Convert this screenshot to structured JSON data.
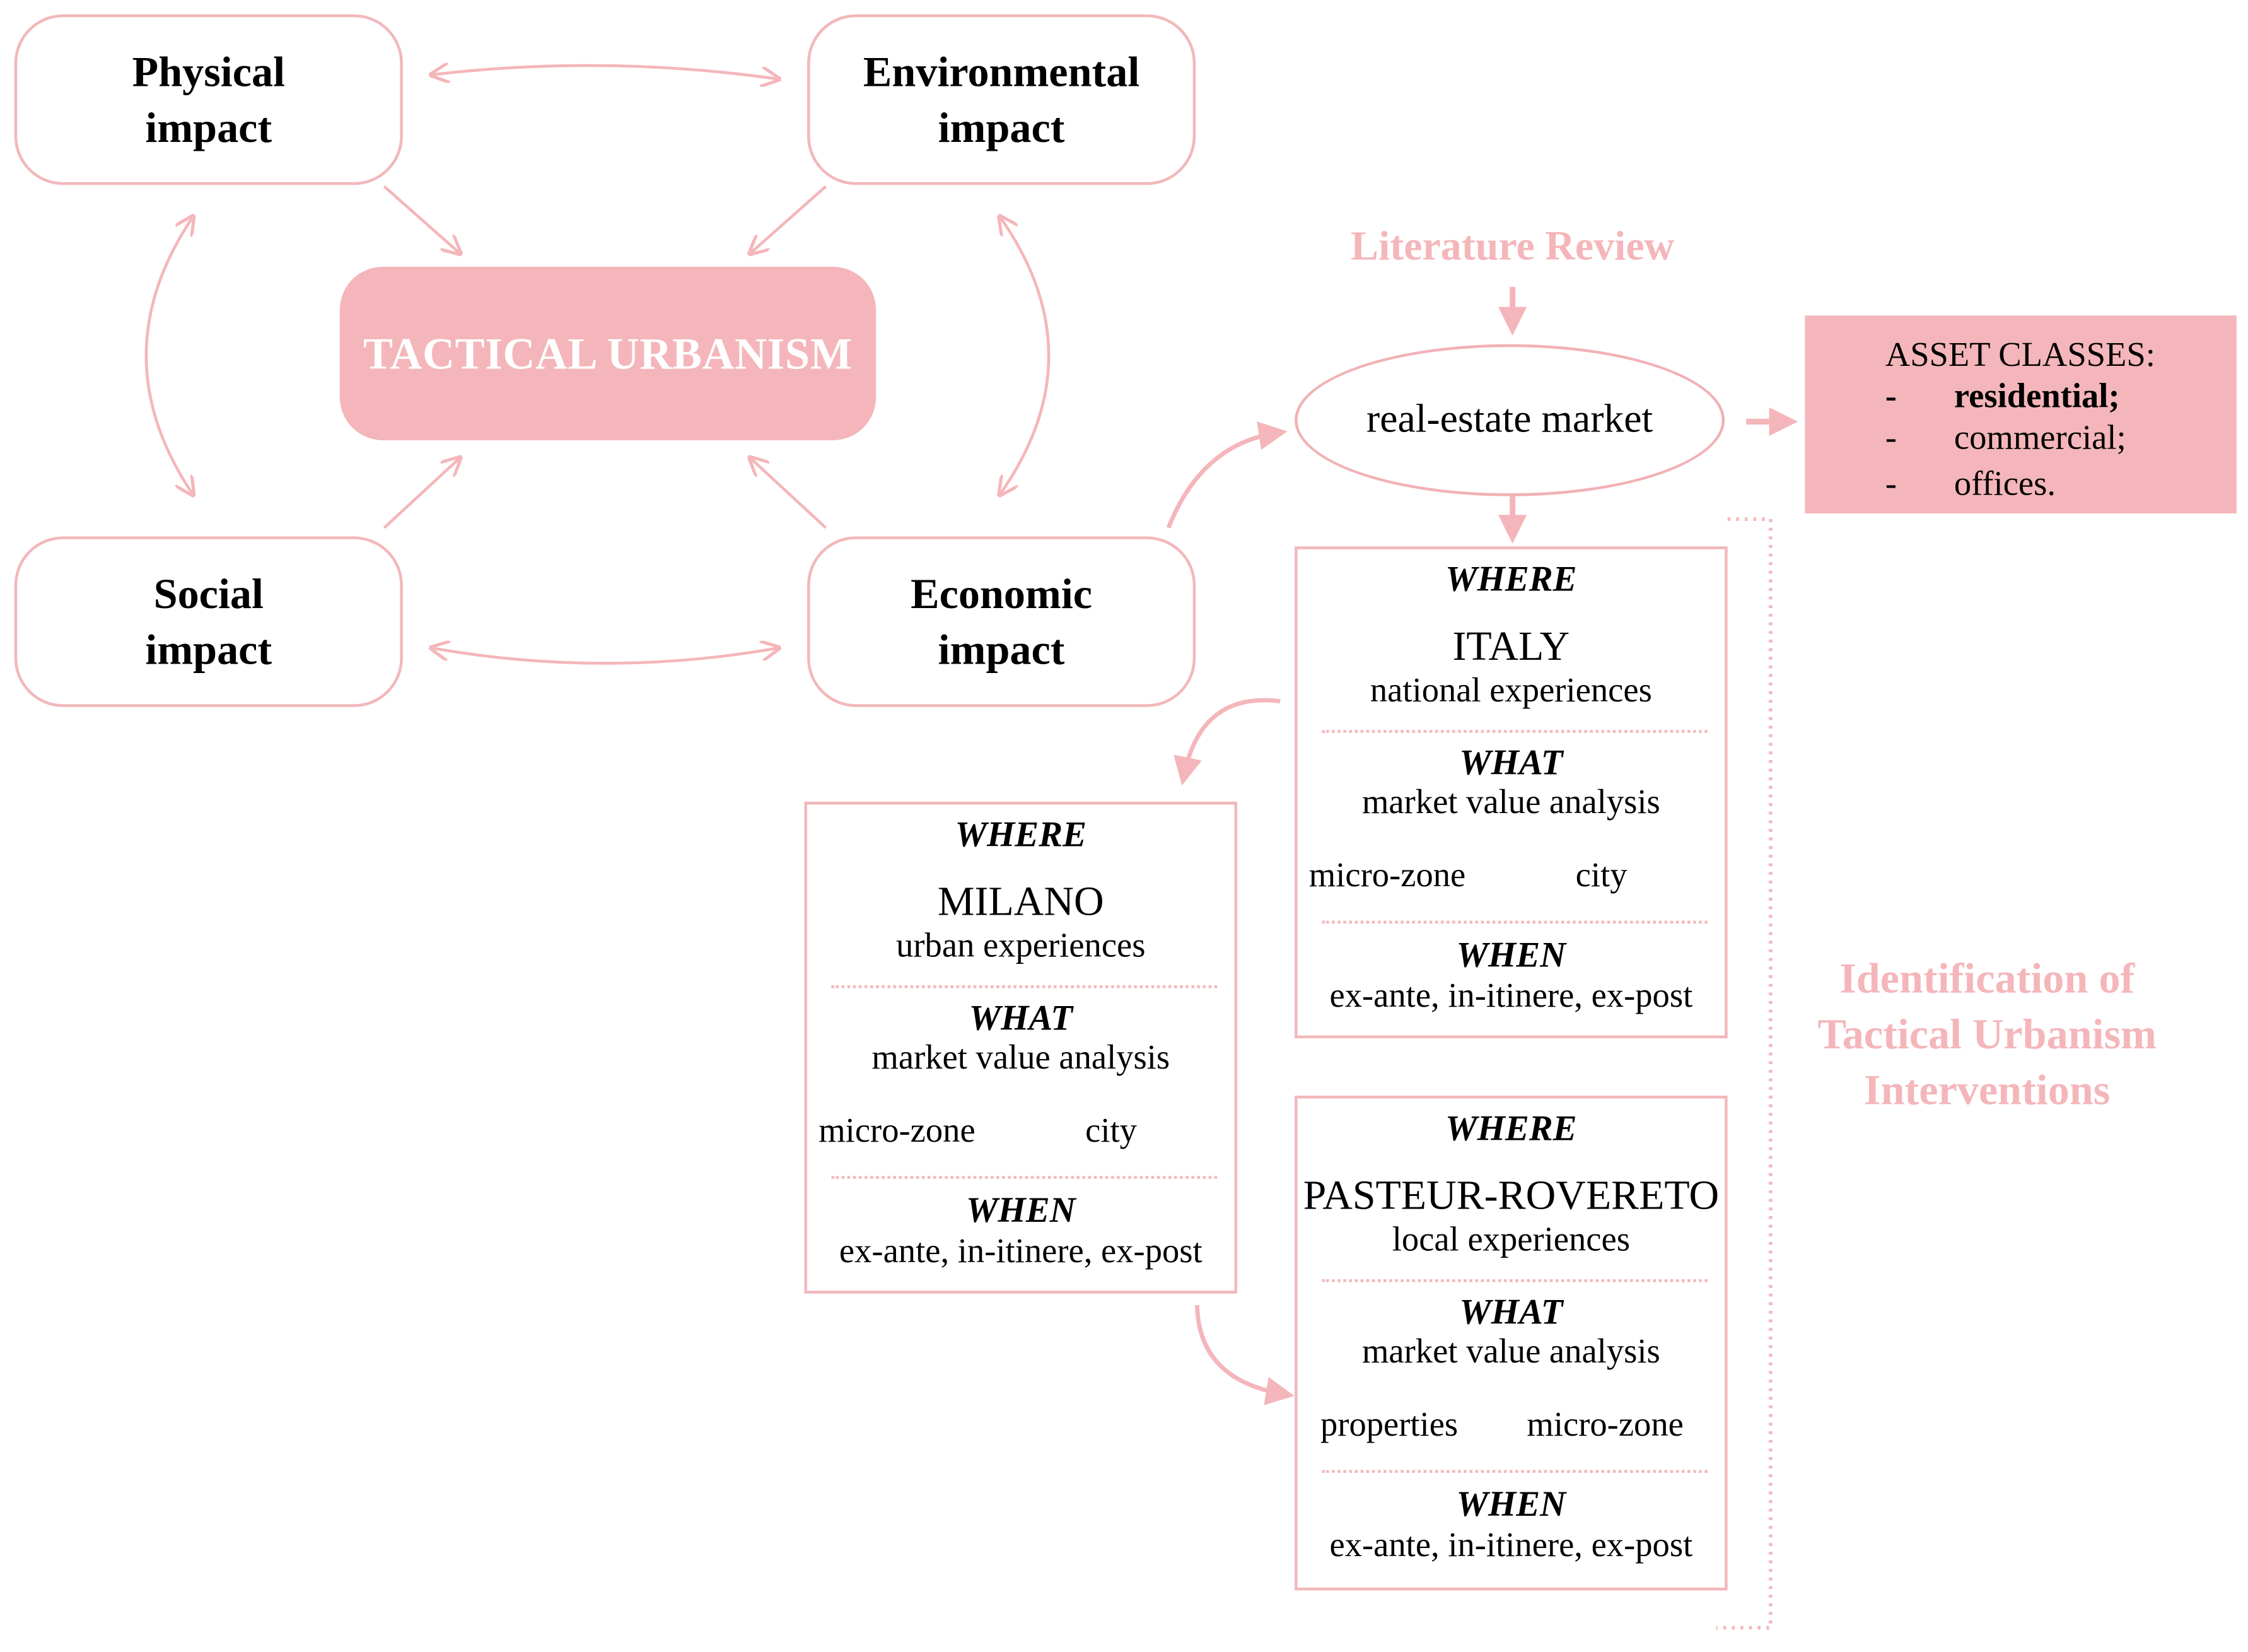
{
  "impacts": {
    "physical": [
      "Physical",
      "impact"
    ],
    "environmental": [
      "Environmental",
      "impact"
    ],
    "social": [
      "Social",
      "impact"
    ],
    "economic": [
      "Economic",
      "impact"
    ]
  },
  "center": "TACTICAL URBANISM",
  "literature_review": "Literature Review",
  "market": "real-estate market",
  "asset_classes": {
    "title": "ASSET CLASSES:",
    "bullet": "-",
    "items": [
      "residential;",
      "commercial;",
      "offices."
    ]
  },
  "identification": [
    "Identification of",
    "Tactical Urbanism",
    "Interventions"
  ],
  "panels": {
    "italy": {
      "where_label": "WHERE",
      "place": "ITALY",
      "scale": "national experiences",
      "what_label": "WHAT",
      "what": "market value analysis",
      "split": [
        "micro-zone",
        "city"
      ],
      "when_label": "WHEN",
      "when": "ex-ante, in-itinere, ex-post"
    },
    "milano": {
      "where_label": "WHERE",
      "place": "MILANO",
      "scale": "urban experiences",
      "what_label": "WHAT",
      "what": "market value analysis",
      "split": [
        "micro-zone",
        "city"
      ],
      "when_label": "WHEN",
      "when": "ex-ante, in-itinere, ex-post"
    },
    "pasteur": {
      "where_label": "WHERE",
      "place": "PASTEUR-ROVERETO",
      "scale": "local experiences",
      "what_label": "WHAT",
      "what": "market value analysis",
      "split": [
        "properties",
        "micro-zone"
      ],
      "when_label": "WHEN",
      "when": "ex-ante, in-itinere, ex-post"
    }
  },
  "colors": {
    "accent": "#f4b6ba",
    "border": "#f2b8bb",
    "arrow": "#f4b6ba"
  }
}
